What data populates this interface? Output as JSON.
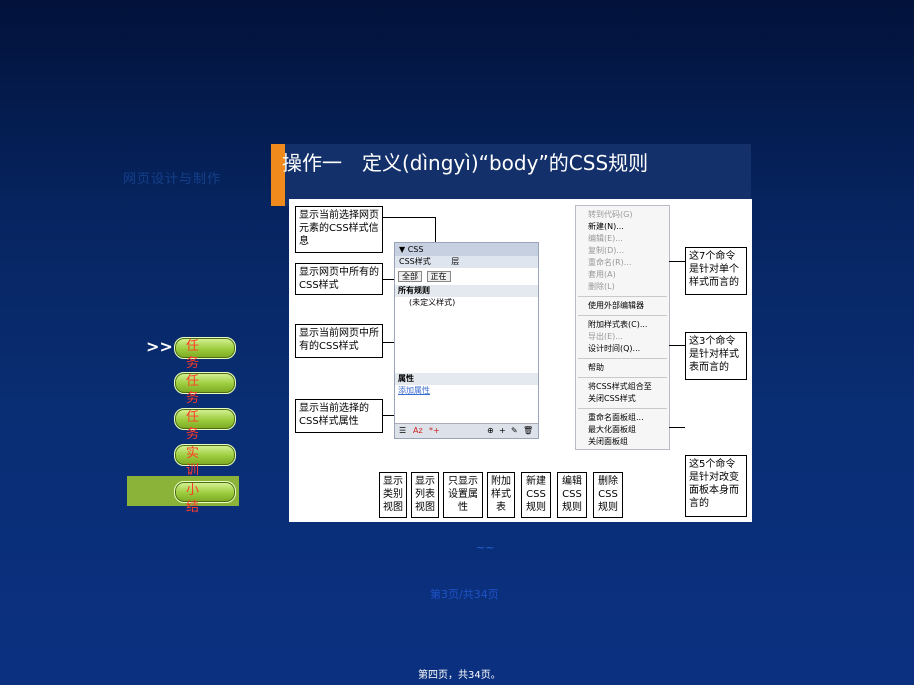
{
  "faint_title": "网页设计与制作",
  "op_title": "操作一　定义(dìngyì)“body”的CSS规则",
  "nav": {
    "arrow": ">>",
    "items": [
      "任务一",
      "任务二",
      "任务三",
      "实训",
      "小结"
    ]
  },
  "callouts": {
    "l1": "显示当前选择网页元素的CSS样式信息",
    "l2": "显示网页中所有的CSS样式",
    "l3": "显示当前网页中所有的CSS样式",
    "l4": "显示当前选择的CSS样式属性",
    "r1": "这7个命令是针对单个样式而言的",
    "r2": "这3个命令是针对样式表而言的",
    "r3": "这5个命令是针对改变面板本身而言的"
  },
  "panel": {
    "header": "▼ CSS",
    "tab1": "CSS样式",
    "tab2": "层",
    "btn_all": "全部",
    "btn_current": "正在",
    "all_rules": "所有规则",
    "undefined_style": "(未定义样式)",
    "props": "属性",
    "add_prop": "添加属性"
  },
  "menu": {
    "group1": [
      "转到代码(G)",
      "新建(N)...",
      "编辑(E)...",
      "复制(D)...",
      "重命名(R)...",
      "套用(A)",
      "删除(L)"
    ],
    "group2": [
      "使用外部编辑器"
    ],
    "group3": [
      "附加样式表(C)...",
      "导出(E)...",
      "设计时间(Q)..."
    ],
    "group4": [
      "帮助"
    ],
    "group5": [
      "将CSS样式组合至",
      "关闭CSS样式"
    ],
    "group6": [
      "重命名面板组...",
      "最大化面板组",
      "关闭面板组"
    ]
  },
  "bottom_labels": [
    "显示类别视图",
    "显示列表视图",
    "只显示设置属性",
    "附加样式表",
    "新建CSS规则",
    "编辑CSS规则",
    "删除CSS规则"
  ],
  "dots": "~~",
  "page_indicator": "第3页/共34页",
  "footer": "第四页，共34页。"
}
